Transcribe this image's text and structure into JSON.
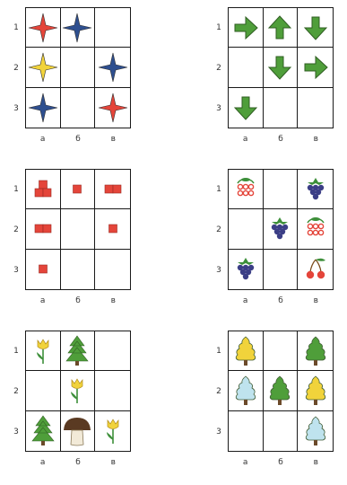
{
  "row_labels": [
    "1",
    "2",
    "3"
  ],
  "col_labels": [
    "а",
    "б",
    "в"
  ],
  "colors": {
    "red": "#e4453a",
    "blue": "#2e4f8f",
    "yellow": "#f1d33b",
    "green": "#4f9e3a",
    "light_blue": "#bfe3ee",
    "berry": "#3b3e86",
    "leaf": "#3d8f3a"
  },
  "panels": [
    {
      "id": "stars",
      "cells": [
        "star-red-icon",
        "star-blue-icon",
        "",
        "star-yellow-icon",
        "",
        "star-blue-icon",
        "star-blue-icon",
        "",
        "star-red-icon"
      ]
    },
    {
      "id": "arrows",
      "cells": [
        "arrow-right-icon",
        "arrow-up-icon",
        "arrow-down-icon",
        "",
        "arrow-down-icon",
        "arrow-right-icon",
        "arrow-down-icon",
        "",
        ""
      ]
    },
    {
      "id": "blocks",
      "cells": [
        "blocks-pyramid-icon",
        "block-single-icon",
        "blocks-double-icon",
        "blocks-double-icon",
        "",
        "block-single-icon",
        "block-single-icon",
        "",
        ""
      ]
    },
    {
      "id": "berries",
      "cells": [
        "currant-icon",
        "",
        "grapes-icon",
        "",
        "grapes-icon",
        "currant-icon",
        "grapes-icon",
        "",
        "cherries-icon"
      ]
    },
    {
      "id": "plants",
      "cells": [
        "tulip-icon",
        "spruce-icon",
        "",
        "",
        "tulip-icon",
        "",
        "spruce-icon",
        "mushroom-icon",
        "tulip-icon"
      ]
    },
    {
      "id": "trees",
      "cells": [
        "tree-yellow-icon",
        "",
        "tree-green-icon",
        "tree-lightblue-icon",
        "tree-green-icon",
        "tree-yellow-icon",
        "",
        "",
        "tree-lightblue-icon"
      ]
    }
  ]
}
